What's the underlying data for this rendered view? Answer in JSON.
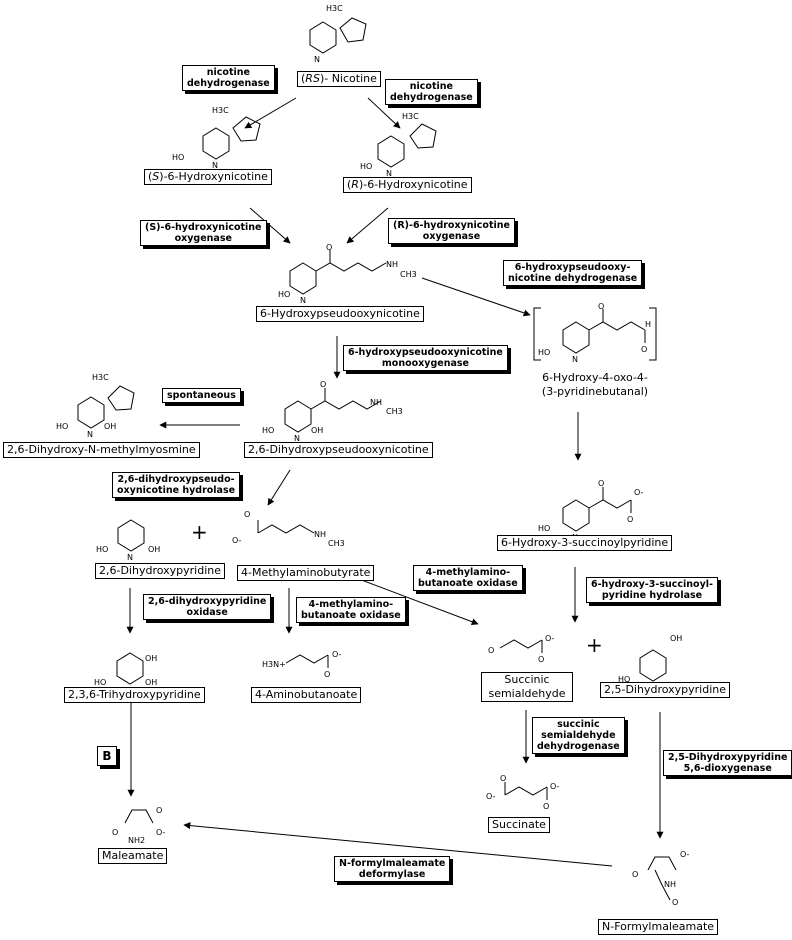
{
  "compounds": {
    "nicotine_prefix": "(",
    "nicotine_it": "RS",
    "nicotine_suffix": ")- Nicotine",
    "s_prefix": "(",
    "s_it": "S",
    "s_suffix": ")-6-Hydroxynicotine",
    "r_prefix": "(",
    "r_it": "R",
    "r_suffix": ")-6-Hydroxynicotine",
    "pseudooxynicotine": "6-Hydroxypseudooxynicotine",
    "oxo_butanal_line1": "6-Hydroxy-4-oxo-4-",
    "oxo_butanal_line2": "(3-pyridinebutanal)",
    "myosmine": "2,6-Dihydroxy-N-methylmyosmine",
    "dihydroxypseudo": "2,6-Dihydroxypseudooxynicotine",
    "succinoylpyridine": "6-Hydroxy-3-succinoylpyridine",
    "dihydroxypyridine26": "2,6-Dihydroxypyridine",
    "methylaminobutyrate": "4-Methylaminobutyrate",
    "trihydroxypyridine": "2,3,6-Trihydroxypyridine",
    "aminobutanoate": "4-Aminobutanoate",
    "succ_semi_line1": "Succinic",
    "succ_semi_line2": "semialdehyde",
    "dihydroxypyridine25": "2,5-Dihydroxypyridine",
    "succinate": "Succinate",
    "maleamate": "Maleamate",
    "formylmaleamate": "N-Formylmaleamate"
  },
  "enzymes": {
    "nic_dh_left": [
      "nicotine",
      "dehydrogenase"
    ],
    "nic_dh_right": [
      "nicotine",
      "dehydrogenase"
    ],
    "s_oxygenase": [
      "(S)-6-hydroxynicotine",
      "oxygenase"
    ],
    "r_oxygenase": [
      "(R)-6-hydroxynicotine",
      "oxygenase"
    ],
    "pseudo_dh": [
      "6-hydroxypseudooxy-",
      "nicotine dehydrogenase"
    ],
    "pseudo_mono": [
      "6-hydroxypseudooxynicotine",
      "monooxygenase"
    ],
    "spontaneous": [
      "spontaneous"
    ],
    "dihydroxy_hydrolase": [
      "2,6-dihydroxypseudo-",
      "oxynicotine hydrolase"
    ],
    "mab_oxidase_1": [
      "4-methylamino-",
      "butanoate oxidase"
    ],
    "mab_oxidase_2": [
      "4-methylamino-",
      "butanoate oxidase"
    ],
    "dhp_oxidase": [
      "2,6-dihydroxypyridine",
      "oxidase"
    ],
    "succinoyl_hydrolase": [
      "6-hydroxy-3-succinoyl-",
      "pyridine hydrolase"
    ],
    "ssa_dh": [
      "succinic",
      "semialdehyde",
      "dehydrogenase"
    ],
    "dioxygenase": [
      "2,5-Dihydroxypyridine",
      "5,6-dioxygenase"
    ],
    "deformylase": [
      "N-formylmaleamate",
      "deformylase"
    ]
  },
  "b_label": "B",
  "plus_sign": "+",
  "atoms": {
    "h3c": "H3C",
    "n": "N",
    "ho": "HO",
    "oh": "OH",
    "o": "O",
    "nh": "NH",
    "ch3": "CH3",
    "h": "H",
    "o_minus": "O-",
    "h3n_plus": "H3N+",
    "nh2": "NH2",
    "ome": "O"
  }
}
